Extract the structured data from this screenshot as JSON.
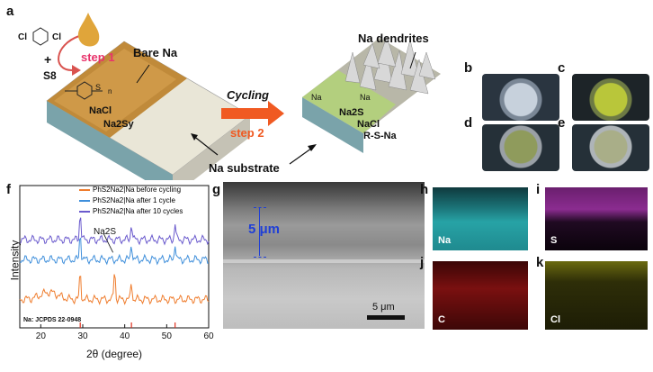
{
  "panel_a": {
    "label": "a",
    "plus": "+",
    "s8": "S8",
    "step1": "step 1",
    "bare_na": "Bare Na",
    "left_block": {
      "nacl": "NaCl",
      "na2sy": "Na2Sy"
    },
    "cycling": "Cycling",
    "step2": "step 2",
    "na_dendrites": "Na dendrites",
    "right_block": {
      "na2s": "Na2S",
      "nacl": "NaCl",
      "rsna": "R-S-Na"
    },
    "na_substrate": "Na substrate",
    "molecule_labels": {
      "cl": "Cl",
      "na": "Na",
      "s": "S",
      "n": "n"
    }
  },
  "panels_photos": [
    "b",
    "c",
    "d",
    "e"
  ],
  "panel_f": {
    "label": "f",
    "ylabel": "Intensity",
    "xlabel": "2θ (degree)",
    "peak_label": "Na2S",
    "reference": "Na: JCPDS 22-0948",
    "xticks": [
      "20",
      "30",
      "40",
      "50",
      "60"
    ],
    "legend": [
      {
        "label": "PhS2Na2|Na before cycling",
        "color": "#ef7d2e"
      },
      {
        "label": "PhS2Na2|Na after 1 cycle",
        "color": "#3f8fdb"
      },
      {
        "label": "PhS2Na2|Na after 10 cycles",
        "color": "#6a5acd"
      }
    ]
  },
  "panel_g": {
    "label": "g",
    "thickness": "5 μm",
    "scale": "5 μm"
  },
  "maps": [
    {
      "panel": "h",
      "element": "Na"
    },
    {
      "panel": "i",
      "element": "S"
    },
    {
      "panel": "j",
      "element": "C"
    },
    {
      "panel": "k",
      "element": "Cl"
    }
  ],
  "chart_data": {
    "type": "line",
    "xlabel": "2θ (degree)",
    "ylabel": "Intensity",
    "xlim": [
      15,
      60
    ],
    "series": [
      {
        "name": "PhS2Na2|Na before cycling",
        "peaks": [
          29.4,
          37.6,
          41.6
        ],
        "baseline": 0.2
      },
      {
        "name": "PhS2Na2|Na after 1 cycle",
        "peaks": [
          29.4,
          41.6,
          52.0
        ],
        "baseline": 0.48
      },
      {
        "name": "PhS2Na2|Na after 10 cycles",
        "peaks": [
          29.4,
          41.6,
          52.0
        ],
        "baseline": 0.62
      }
    ],
    "reference_peaks": [
      29.4,
      41.6,
      52.0
    ]
  }
}
